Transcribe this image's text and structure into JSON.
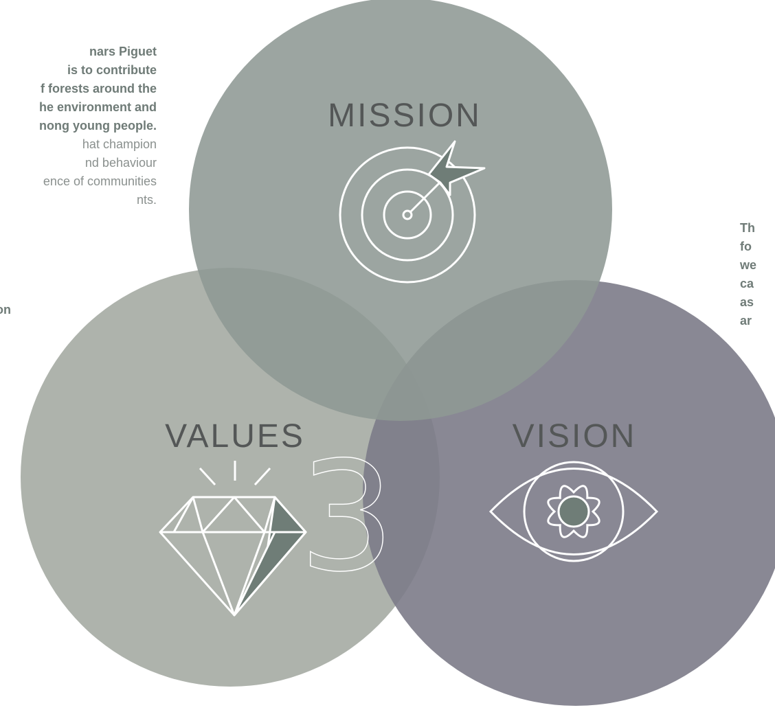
{
  "left_text": {
    "bold_lines": [
      "nars Piguet",
      "is to contribute",
      "f forests around the",
      "he environment and",
      "nong young people."
    ],
    "light_lines": [
      "hat champion",
      "nd behaviour",
      "ence of communities",
      "nts."
    ],
    "tail": "on"
  },
  "right_text": {
    "lines": [
      "Th",
      "fo",
      "we",
      "ca",
      "as",
      "ar"
    ]
  },
  "circles": {
    "mission": {
      "label": "MISSION",
      "color": "#8e9894",
      "icon": "target-arrow-icon"
    },
    "values": {
      "label": "VALUES",
      "color": "#a5aba3",
      "icon": "diamond-icon",
      "number": "3"
    },
    "vision": {
      "label": "VISION",
      "color": "#7c7b88",
      "icon": "eye-flower-icon"
    }
  },
  "accent_color": "#6f7d77"
}
